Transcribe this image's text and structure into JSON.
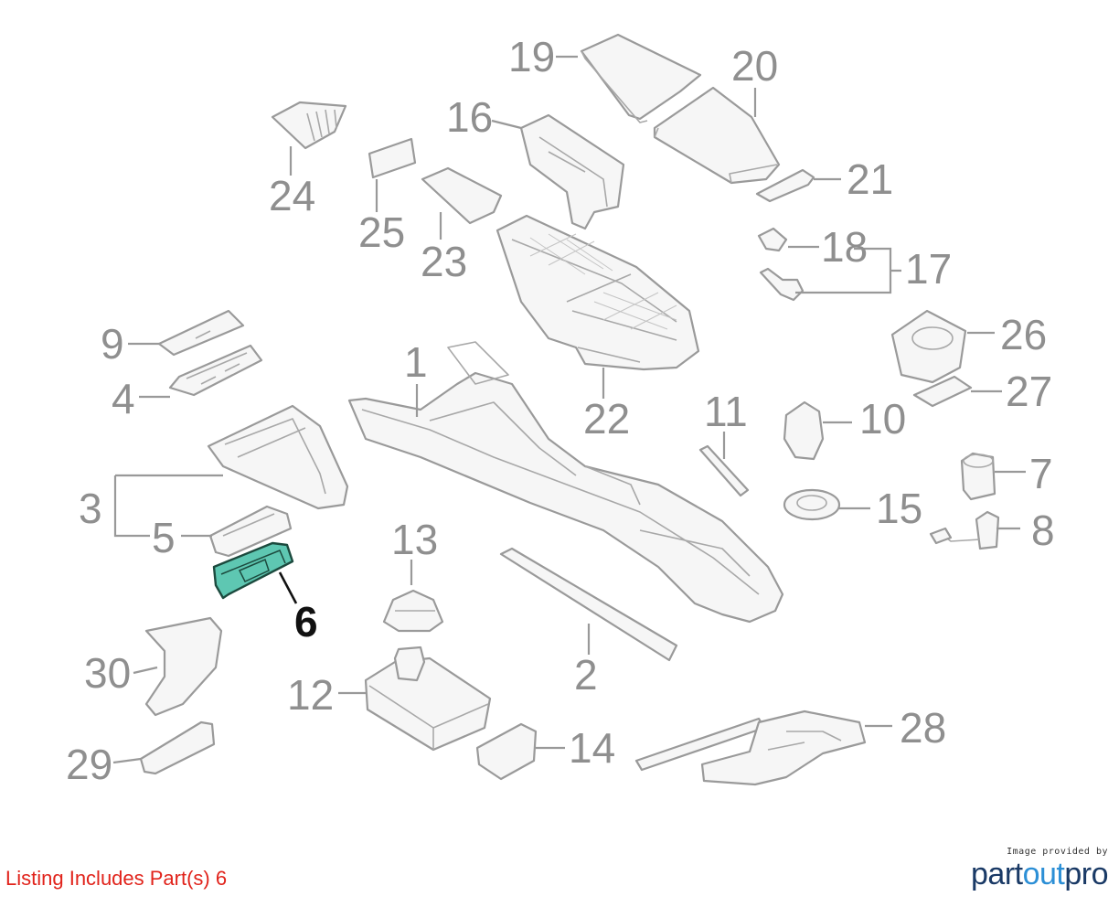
{
  "diagram": {
    "callouts": [
      {
        "id": "1",
        "label": "1"
      },
      {
        "id": "2",
        "label": "2"
      },
      {
        "id": "3",
        "label": "3"
      },
      {
        "id": "4",
        "label": "4"
      },
      {
        "id": "5",
        "label": "5"
      },
      {
        "id": "6",
        "label": "6",
        "highlighted": true
      },
      {
        "id": "7",
        "label": "7"
      },
      {
        "id": "8",
        "label": "8"
      },
      {
        "id": "9",
        "label": "9"
      },
      {
        "id": "10",
        "label": "10"
      },
      {
        "id": "11",
        "label": "11"
      },
      {
        "id": "12",
        "label": "12"
      },
      {
        "id": "13",
        "label": "13"
      },
      {
        "id": "14",
        "label": "14"
      },
      {
        "id": "15",
        "label": "15"
      },
      {
        "id": "16",
        "label": "16"
      },
      {
        "id": "17",
        "label": "17"
      },
      {
        "id": "18",
        "label": "18"
      },
      {
        "id": "19",
        "label": "19"
      },
      {
        "id": "20",
        "label": "20"
      },
      {
        "id": "21",
        "label": "21"
      },
      {
        "id": "22",
        "label": "22"
      },
      {
        "id": "23",
        "label": "23"
      },
      {
        "id": "24",
        "label": "24"
      },
      {
        "id": "25",
        "label": "25"
      },
      {
        "id": "26",
        "label": "26"
      },
      {
        "id": "27",
        "label": "27"
      },
      {
        "id": "28",
        "label": "28"
      },
      {
        "id": "29",
        "label": "29"
      },
      {
        "id": "30",
        "label": "30"
      }
    ],
    "highlight_color": "#5ec7b2",
    "part_stroke_color": "#9a9a9a",
    "callout_color": "#8f8f8f",
    "highlight_callout_color": "#111111"
  },
  "footer": {
    "listing_note": "Listing Includes Part(s) 6",
    "listing_note_color": "#e1231b",
    "brand_caption": "Image provided by",
    "brand_logo_a": "part",
    "brand_logo_b": "out",
    "brand_logo_c": "pro"
  }
}
